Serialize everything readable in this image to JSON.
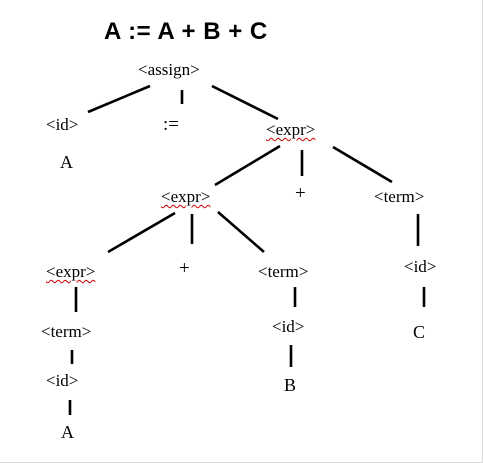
{
  "title": "A := A + B + C",
  "nodes": {
    "assign": "<assign>",
    "id_top": "<id>",
    "assign_op": ":=",
    "expr_top": "<expr>",
    "leaf_a_top": "A",
    "expr_mid": "<expr>",
    "plus_top": "+",
    "term_right": "<term>",
    "expr_low": "<expr>",
    "plus_mid": "+",
    "term_mid": "<term>",
    "id_right": "<id>",
    "term_low": "<term>",
    "id_mid": "<id>",
    "leaf_c": "C",
    "id_low": "<id>",
    "leaf_b": "B",
    "leaf_a_bottom": "A"
  }
}
